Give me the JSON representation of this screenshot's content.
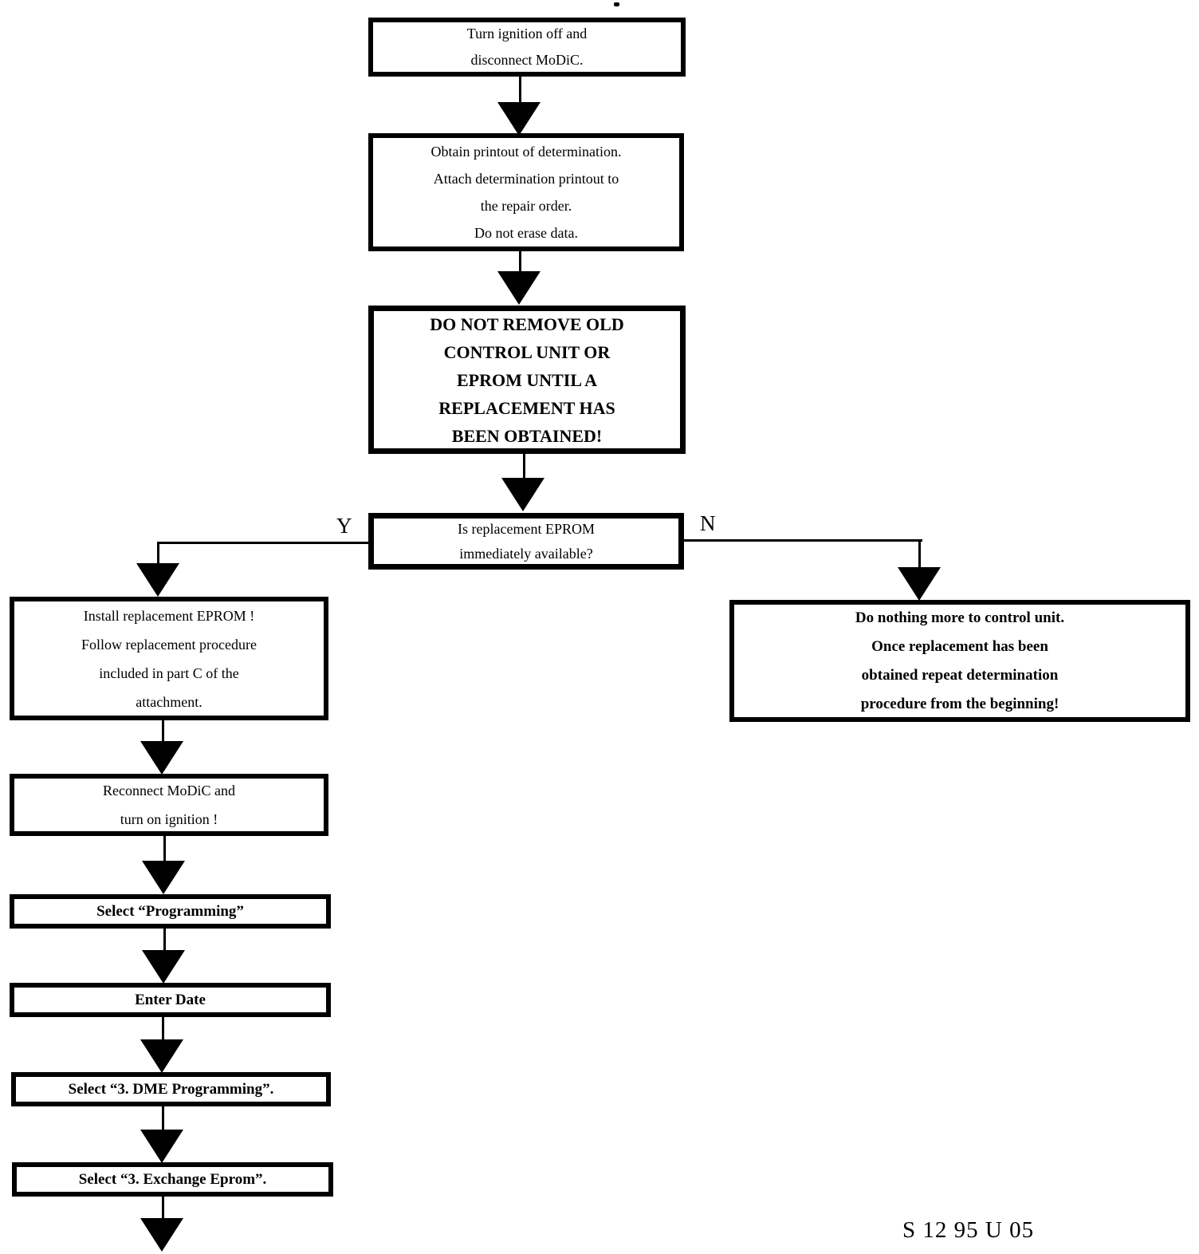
{
  "document": {
    "code": "S 12 95 U 05"
  },
  "colors": {
    "ink": "#000000",
    "paper": "#ffffff"
  },
  "decision_labels": {
    "yes": "Y",
    "no": "N"
  },
  "nodes": {
    "turn_ignition": {
      "lines": [
        "Turn ignition off and",
        "disconnect MoDiC."
      ]
    },
    "obtain_printout": {
      "lines": [
        "Obtain printout of determination.",
        "Attach determination printout to",
        "the repair order.",
        "Do not erase data."
      ]
    },
    "do_not_remove": {
      "lines": [
        "DO NOT REMOVE OLD",
        "CONTROL UNIT OR",
        "EPROM UNTIL A",
        "REPLACEMENT HAS",
        "BEEN OBTAINED!"
      ]
    },
    "eprom_available": {
      "lines": [
        "Is replacement EPROM",
        "immediately available?"
      ]
    },
    "install_eprom": {
      "lines": [
        "Install replacement EPROM !",
        "Follow replacement procedure",
        "included in part C of the",
        "attachment."
      ]
    },
    "do_nothing": {
      "lines": [
        "Do nothing more to control unit.",
        "Once replacement has been",
        "obtained repeat determination",
        "procedure from the beginning!"
      ]
    },
    "reconnect_modic": {
      "lines": [
        "Reconnect MoDiC and",
        "turn on ignition !"
      ]
    },
    "select_programming": {
      "lines": [
        "Select “Programming”"
      ]
    },
    "enter_date": {
      "lines": [
        "Enter Date"
      ]
    },
    "select_dme": {
      "lines": [
        "Select “3. DME Programming”."
      ]
    },
    "select_exchange": {
      "lines": [
        "Select “3. Exchange Eprom”."
      ]
    }
  }
}
